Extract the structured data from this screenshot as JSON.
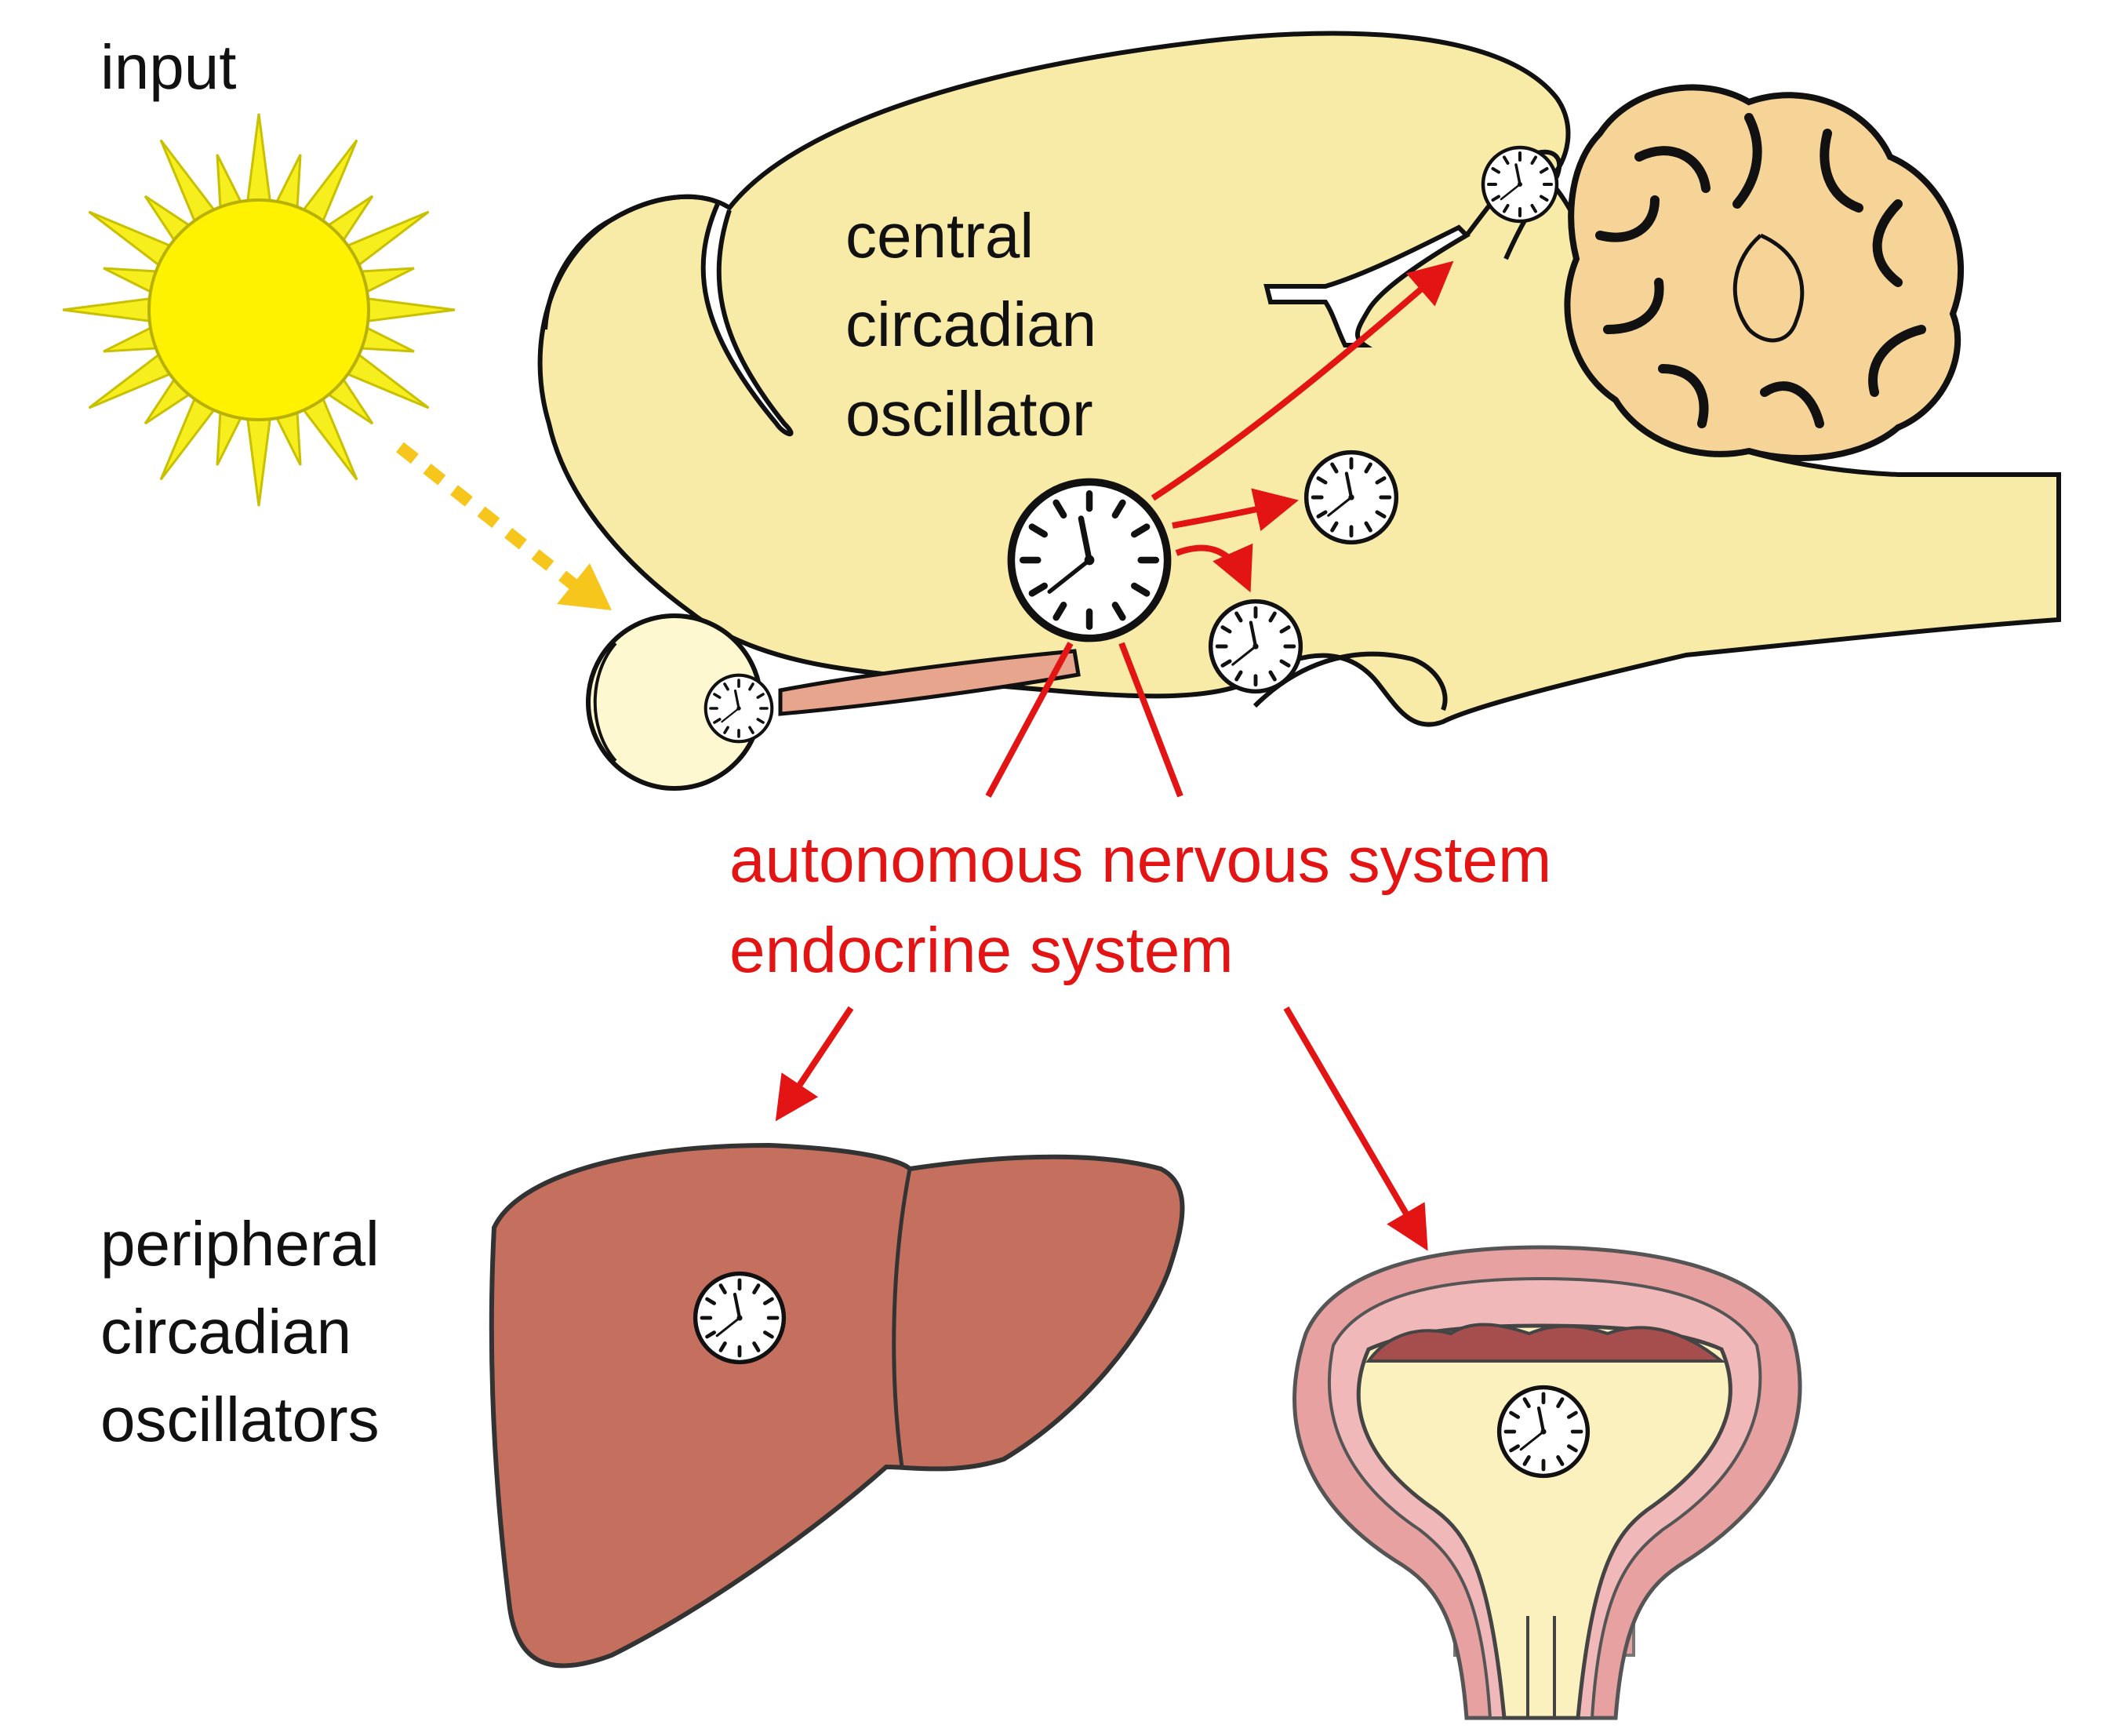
{
  "labels": {
    "input": "input",
    "central": [
      "central",
      "circadian",
      "oscillator"
    ],
    "signals": [
      "autonomous nervous system",
      "endocrine system"
    ],
    "peripheral": [
      "peripheral",
      "circadian",
      "oscillators"
    ]
  },
  "colors": {
    "sun": "#fff200",
    "sun_rays": "#f7ee1e",
    "brain": "#f8eba8",
    "cerebellum": "#f6d497",
    "eye": "#fdf8cf",
    "retina": "#e8a58d",
    "liver": "#c5705f",
    "bladder_wall": "#e8a1a1",
    "bladder_lining": "#a64e4e",
    "bladder_lumen": "#fbf1bf",
    "arrow_red": "#e31414",
    "light_arrow": "#f7c61c",
    "outline": "#111111"
  },
  "icons": [
    "sun-icon",
    "clock-icon",
    "eye-icon",
    "brain-icon",
    "liver-icon",
    "bladder-icon"
  ]
}
